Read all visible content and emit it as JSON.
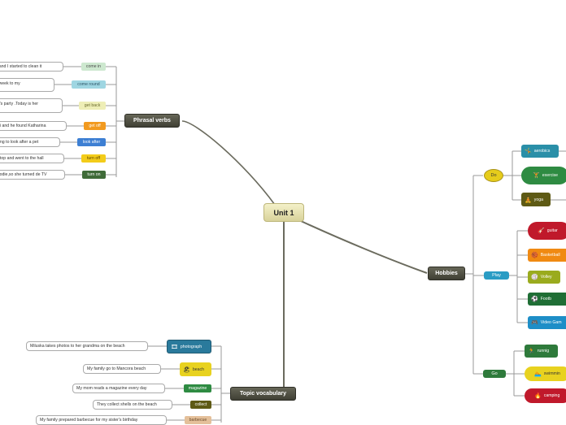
{
  "central": {
    "label": "Unit 1"
  },
  "phrasal": {
    "label": "Phrasal verbs",
    "items": [
      {
        "verb": "come in",
        "example": "m and I started to clean it"
      },
      {
        "verb": "come round",
        "example": "st week to my"
      },
      {
        "verb": "get back",
        "example": "cia's party .Today is her"
      },
      {
        "verb": "get off",
        "example": "taxi and he found Katharina"
      },
      {
        "verb": "look after",
        "example": "going to look after a pet"
      },
      {
        "verb": "turn off",
        "example": "laptop and went to the hall"
      },
      {
        "verb": "turn on",
        "example": "pisodie,so she turned de TV"
      }
    ]
  },
  "hobbies": {
    "label": "Hobbies",
    "groups": {
      "do": {
        "label": "Do",
        "items": [
          "aerobics",
          "exercise",
          "yoga"
        ]
      },
      "play": {
        "label": "Play",
        "items": [
          "guitar",
          "Basketball",
          "Volley",
          "Footb",
          "Video Gam"
        ]
      },
      "go": {
        "label": "Go",
        "items": [
          "runnig",
          "swimmin",
          "camping"
        ]
      }
    }
  },
  "topic": {
    "label": "Topic vocabulary",
    "items": [
      {
        "word": "photograph",
        "example": "Miluska takes photos to her grandma on the beach"
      },
      {
        "word": "beach",
        "example": "My family go to Mancora beach"
      },
      {
        "word": "magazine",
        "example": "My mom reads a magazine every day"
      },
      {
        "word": "collect",
        "example": "They collect shells on the beach"
      },
      {
        "word": "barbecue",
        "example": "My family  prepared  barbecue for my sister's birthday"
      }
    ]
  },
  "colors": {
    "line_main": "#6b6b5e",
    "line_branch": "#8a8a8a",
    "come_in": "#cde8cf",
    "come_round": "#9fd6e2",
    "get_back": "#eeeeb6",
    "get_off": "#f29a1f",
    "look_after": "#3d7fd3",
    "turn_off": "#f3cc1a",
    "turn_on": "#3f6b38"
  }
}
